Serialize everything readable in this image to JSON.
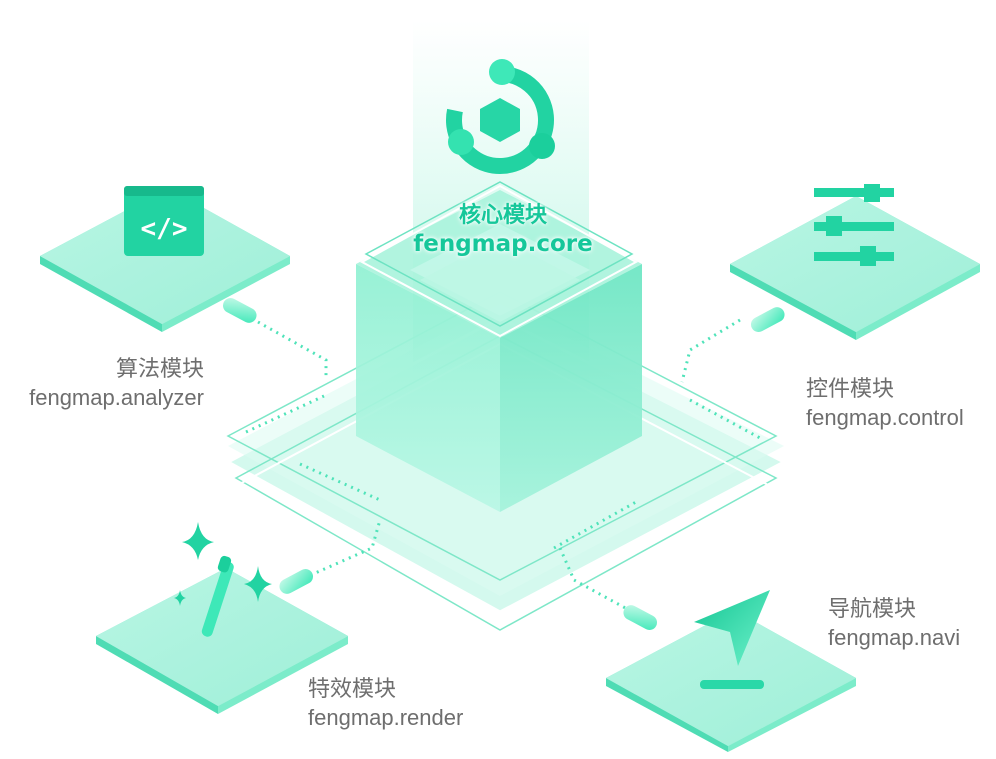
{
  "colors": {
    "accent": "#3ee8b8",
    "accent_dark": "#16c79a",
    "label_gray": "#6e6e6e"
  },
  "modules": {
    "core": {
      "name": "核心模块",
      "package": "fengmap.core",
      "icon": "hub-cycle-icon"
    },
    "analyzer": {
      "name": "算法模块",
      "package": "fengmap.analyzer",
      "icon": "code-window-icon"
    },
    "control": {
      "name": "控件模块",
      "package": "fengmap.control",
      "icon": "sliders-icon"
    },
    "render": {
      "name": "特效模块",
      "package": "fengmap.render",
      "icon": "magic-wand-icon"
    },
    "navi": {
      "name": "导航模块",
      "package": "fengmap.navi",
      "icon": "navigation-arrow-icon"
    }
  }
}
